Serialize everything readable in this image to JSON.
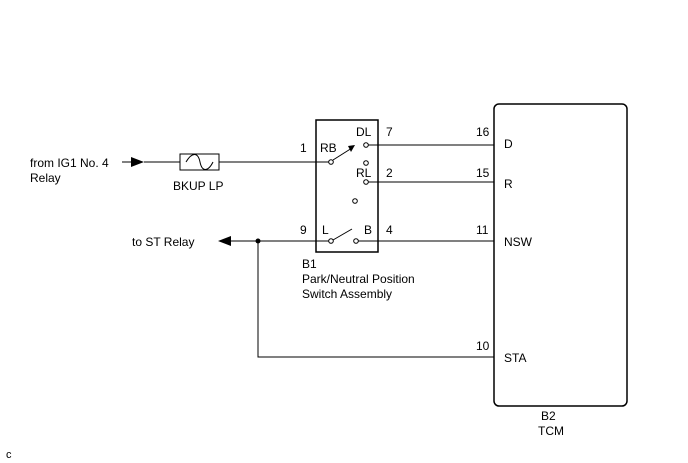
{
  "inputs": {
    "from_label_line1": "from IG1 No. 4",
    "from_label_line2": "Relay",
    "to_label": "to ST Relay"
  },
  "fuse": {
    "label": "BKUP LP"
  },
  "switch_assembly": {
    "code": "B1",
    "name_line1": "Park/Neutral Position",
    "name_line2": "Switch Assembly",
    "terminals": {
      "rb": "RB",
      "dl": "DL",
      "rl": "RL",
      "l": "L",
      "b": "B"
    },
    "pins": {
      "rb": "1",
      "dl": "7",
      "rl": "2",
      "l": "9",
      "b": "4"
    }
  },
  "tcm": {
    "code": "B2",
    "name": "TCM",
    "terminals": {
      "d": "D",
      "r": "R",
      "nsw": "NSW",
      "sta": "STA"
    },
    "pins": {
      "d": "16",
      "r": "15",
      "nsw": "11",
      "sta": "10"
    }
  },
  "corner_tag": "c"
}
